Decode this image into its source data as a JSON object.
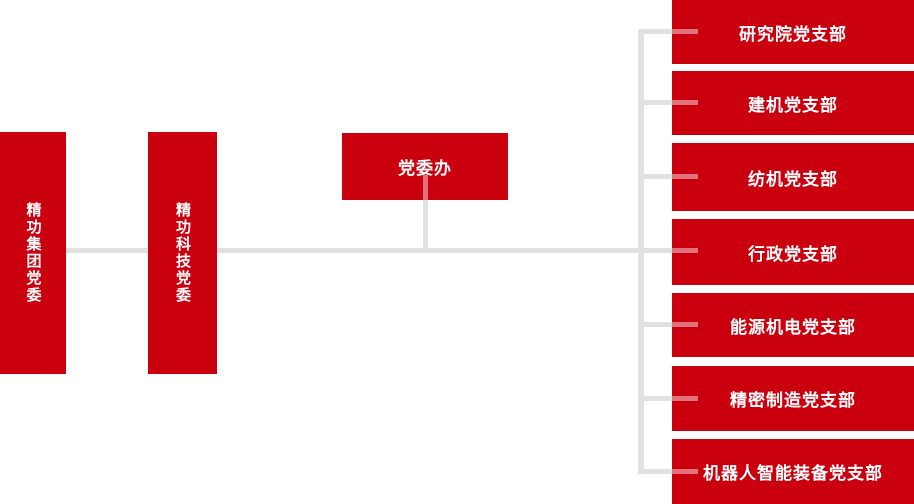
{
  "diagram": {
    "type": "org-chart",
    "colors": {
      "node_red": "#cb000f",
      "connector_gray": "#e1e1e1",
      "text_white": "#ffffff"
    },
    "left_nodes": [
      {
        "label": "精功集团党委"
      },
      {
        "label": "精功科技党委"
      }
    ],
    "office_node": {
      "label": "党委办"
    },
    "branch_nodes": [
      {
        "label": "研究院党支部"
      },
      {
        "label": "建机党支部"
      },
      {
        "label": "纺机党支部"
      },
      {
        "label": "行政党支部"
      },
      {
        "label": "能源机电党支部"
      },
      {
        "label": "精密制造党支部"
      },
      {
        "label": "机器人智能装备党支部"
      }
    ]
  }
}
